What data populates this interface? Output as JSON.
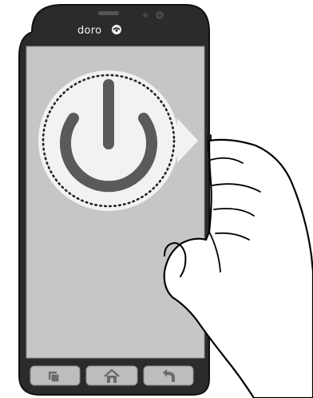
{
  "device": {
    "brand_name": "doro",
    "brand_logo": "doro-circle-logo",
    "body_color": "#2b2b2b",
    "screen_color": "#c6c6c6"
  },
  "screen": {
    "illustration": "power-icon",
    "callout_style": "dotted-circle-pointer"
  },
  "nav_buttons": [
    {
      "name": "recent-apps-icon"
    },
    {
      "name": "home-icon"
    },
    {
      "name": "back-icon"
    }
  ],
  "instruction": {
    "hand": "hand-pressing-side-button",
    "button": "power-side-button"
  }
}
